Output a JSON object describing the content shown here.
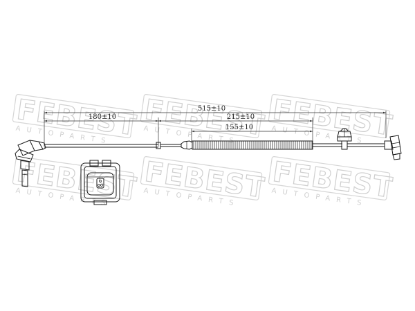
{
  "watermark": {
    "brand": "FEBEST",
    "subtitle": "AUTOPARTS"
  },
  "dimensions": {
    "overall": "515±10",
    "left_segment": "180±10",
    "right_segment": "215±10",
    "corrugated_sleeve": "155±10"
  },
  "colors": {
    "line": "#1a1a1a",
    "watermark": "#cfcfcf",
    "background": "#ffffff"
  }
}
